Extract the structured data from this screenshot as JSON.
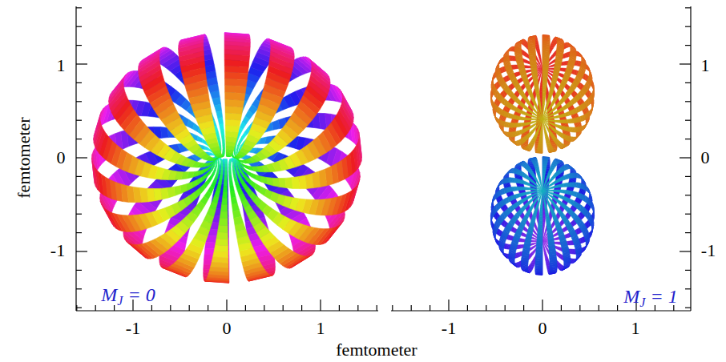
{
  "diagram": {
    "labels": [
      "1",
      "0",
      "-1",
      "1",
      "0",
      "-1",
      "-1",
      "0",
      "1",
      "-1",
      "0",
      "1",
      "femtometer",
      "femtometer",
      "MJ = 0",
      "MJ = 1"
    ]
  }
}
